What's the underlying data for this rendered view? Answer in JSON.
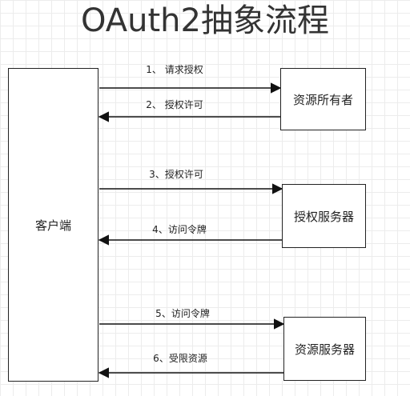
{
  "title": "OAuth2抽象流程",
  "participants": {
    "client": "客户端",
    "resource_owner": "资源所有者",
    "auth_server": "授权服务器",
    "resource_server": "资源服务器"
  },
  "steps": [
    {
      "label": "1、 请求授权",
      "from": "client",
      "to": "resource_owner"
    },
    {
      "label": "2、 授权许可",
      "from": "resource_owner",
      "to": "client"
    },
    {
      "label": "3、授权许可",
      "from": "client",
      "to": "auth_server"
    },
    {
      "label": "4、访问令牌",
      "from": "auth_server",
      "to": "client"
    },
    {
      "label": "5、访问令牌",
      "from": "client",
      "to": "resource_server"
    },
    {
      "label": "6、受限资源",
      "from": "resource_server",
      "to": "client"
    }
  ]
}
